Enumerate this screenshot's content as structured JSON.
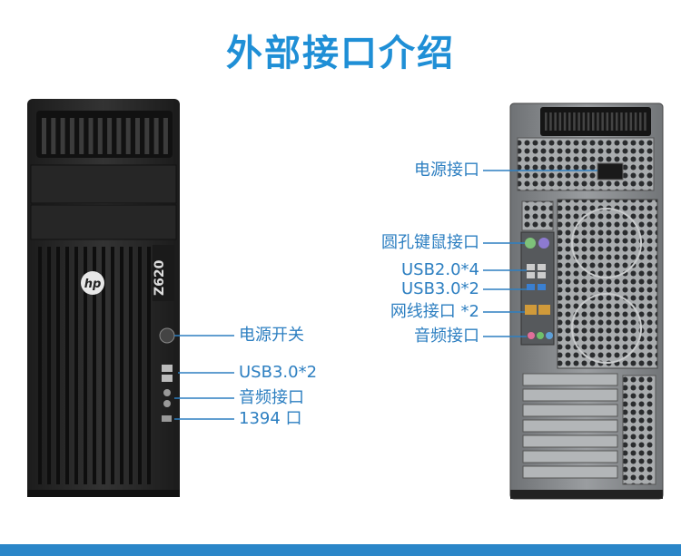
{
  "title": "外部接口介绍",
  "front": {
    "brand_logo": "hp",
    "model_badge": "Z620",
    "labels": {
      "power_switch": "电源开关",
      "usb30": "USB3.0*2",
      "audio": "音频接口",
      "firewire": "1394 口"
    }
  },
  "rear": {
    "labels": {
      "power_port": "电源接口",
      "ps2": "圆孔键鼠接口",
      "usb20": "USB2.0*4",
      "usb30": "USB3.0*2",
      "network": "网线接口 *2",
      "audio": "音频接口"
    }
  },
  "colors": {
    "accent": "#1f8fd6",
    "line": "#2d7fc1",
    "tower": "#2a2a2a",
    "chassis": "#8a8d90"
  }
}
